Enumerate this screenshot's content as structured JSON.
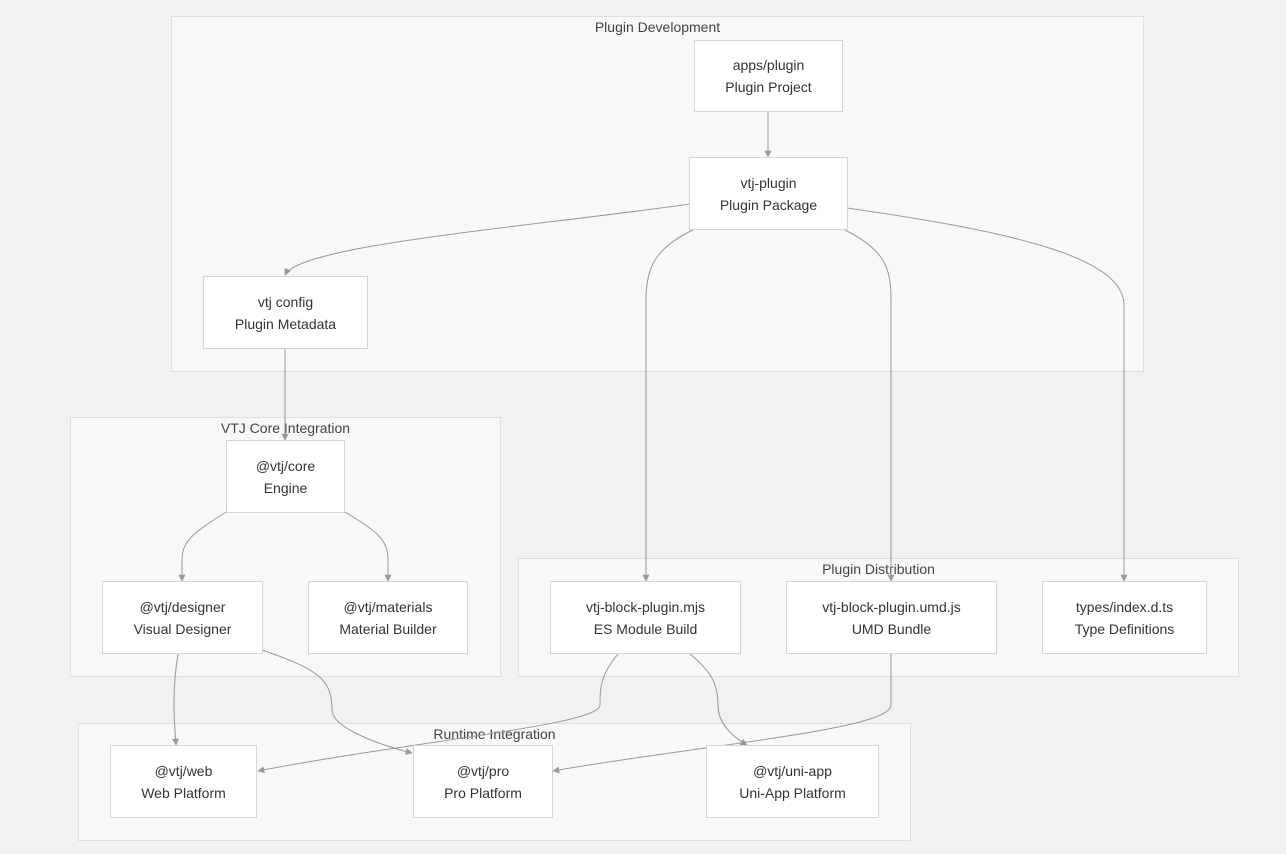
{
  "clusters": {
    "dev": "Plugin Development",
    "core": "VTJ Core Integration",
    "dist": "Plugin Distribution",
    "runtime": "Runtime Integration"
  },
  "nodes": {
    "apps_plugin": {
      "line1": "apps/plugin",
      "line2": "Plugin Project"
    },
    "vtj_plugin": {
      "line1": "vtj-plugin",
      "line2": "Plugin Package"
    },
    "vtj_config": {
      "line1": "vtj config",
      "line2": "Plugin Metadata"
    },
    "core": {
      "line1": "@vtj/core",
      "line2": "Engine"
    },
    "designer": {
      "line1": "@vtj/designer",
      "line2": "Visual Designer"
    },
    "materials": {
      "line1": "@vtj/materials",
      "line2": "Material Builder"
    },
    "mjs": {
      "line1": "vtj-block-plugin.mjs",
      "line2": "ES Module Build"
    },
    "umd": {
      "line1": "vtj-block-plugin.umd.js",
      "line2": "UMD Bundle"
    },
    "types": {
      "line1": "types/index.d.ts",
      "line2": "Type Definitions"
    },
    "web": {
      "line1": "@vtj/web",
      "line2": "Web Platform"
    },
    "pro": {
      "line1": "@vtj/pro",
      "line2": "Pro Platform"
    },
    "uniapp": {
      "line1": "@vtj/uni-app",
      "line2": "Uni-App Platform"
    }
  },
  "edges": [
    {
      "from": "apps_plugin",
      "to": "vtj_plugin"
    },
    {
      "from": "vtj_plugin",
      "to": "vtj_config"
    },
    {
      "from": "vtj_plugin",
      "to": "mjs"
    },
    {
      "from": "vtj_plugin",
      "to": "umd"
    },
    {
      "from": "vtj_plugin",
      "to": "types"
    },
    {
      "from": "vtj_config",
      "to": "core"
    },
    {
      "from": "core",
      "to": "designer"
    },
    {
      "from": "core",
      "to": "materials"
    },
    {
      "from": "designer",
      "to": "web"
    },
    {
      "from": "designer",
      "to": "pro"
    },
    {
      "from": "mjs",
      "to": "web"
    },
    {
      "from": "mjs",
      "to": "uniapp"
    },
    {
      "from": "umd",
      "to": "pro"
    }
  ],
  "colors": {
    "edge": "#999999",
    "cluster_bg": "#f8f8f8",
    "node_bg": "#ffffff",
    "page_bg": "#f2f1ef"
  }
}
